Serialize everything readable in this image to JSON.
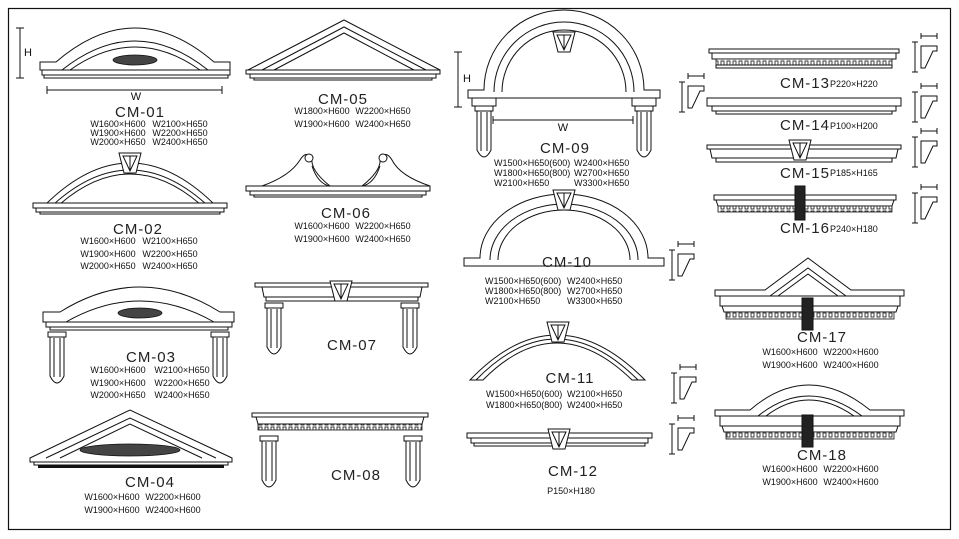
{
  "drawing": {
    "dimension_labels": {
      "height": "H",
      "width": "W"
    },
    "items": [
      {
        "code": "CM-01",
        "specs": [
          "W1600×H600",
          "W2100×H650",
          "W1900×H600",
          "W2200×H650",
          "W2000×H650",
          "W2400×H650"
        ]
      },
      {
        "code": "CM-02",
        "specs": [
          "W1600×H600",
          "W2100×H650",
          "W1900×H600",
          "W2200×H650",
          "W2000×H650",
          "W2400×H650"
        ]
      },
      {
        "code": "CM-03",
        "specs": [
          "W1600×H600",
          "W2100×H650",
          "W1900×H600",
          "W2200×H650",
          "W2000×H650",
          "W2400×H650"
        ]
      },
      {
        "code": "CM-04",
        "specs": [
          "W1600×H600",
          "W2200×H600",
          "W1900×H600",
          "W2400×H600"
        ]
      },
      {
        "code": "CM-05",
        "specs": [
          "W1800×H600",
          "W2200×H650",
          "W1900×H600",
          "W2400×H650"
        ]
      },
      {
        "code": "CM-06",
        "specs": [
          "W1600×H600",
          "W2200×H650",
          "W1900×H600",
          "W2400×H650"
        ]
      },
      {
        "code": "CM-07",
        "specs": []
      },
      {
        "code": "CM-08",
        "specs": []
      },
      {
        "code": "CM-09",
        "specs": [
          "W1500×H650(600)",
          "W2400×H650",
          "W1800×H650(800)",
          "W2700×H650",
          "W2100×H650",
          "W3300×H650"
        ]
      },
      {
        "code": "CM-10",
        "specs": [
          "W1500×H650(600)",
          "W2400×H650",
          "W1800×H650(800)",
          "W2700×H650",
          "W2100×H650",
          "W3300×H650"
        ]
      },
      {
        "code": "CM-11",
        "specs": [
          "W1500×H650(600)",
          "W2100×H650",
          "W1800×H650(800)",
          "W2400×H650"
        ]
      },
      {
        "code": "CM-12",
        "specs": [
          "P150×H180"
        ]
      },
      {
        "code": "CM-13",
        "specs": [
          "P220×H220"
        ]
      },
      {
        "code": "CM-14",
        "specs": [
          "P100×H200"
        ]
      },
      {
        "code": "CM-15",
        "specs": [
          "P185×H165"
        ]
      },
      {
        "code": "CM-16",
        "specs": [
          "P240×H180"
        ]
      },
      {
        "code": "CM-17",
        "specs": [
          "W1600×H600",
          "W2200×H600",
          "W1900×H600",
          "W2400×H600"
        ]
      },
      {
        "code": "CM-18",
        "specs": [
          "W1600×H600",
          "W2200×H600",
          "W1900×H600",
          "W2400×H600"
        ]
      }
    ]
  }
}
